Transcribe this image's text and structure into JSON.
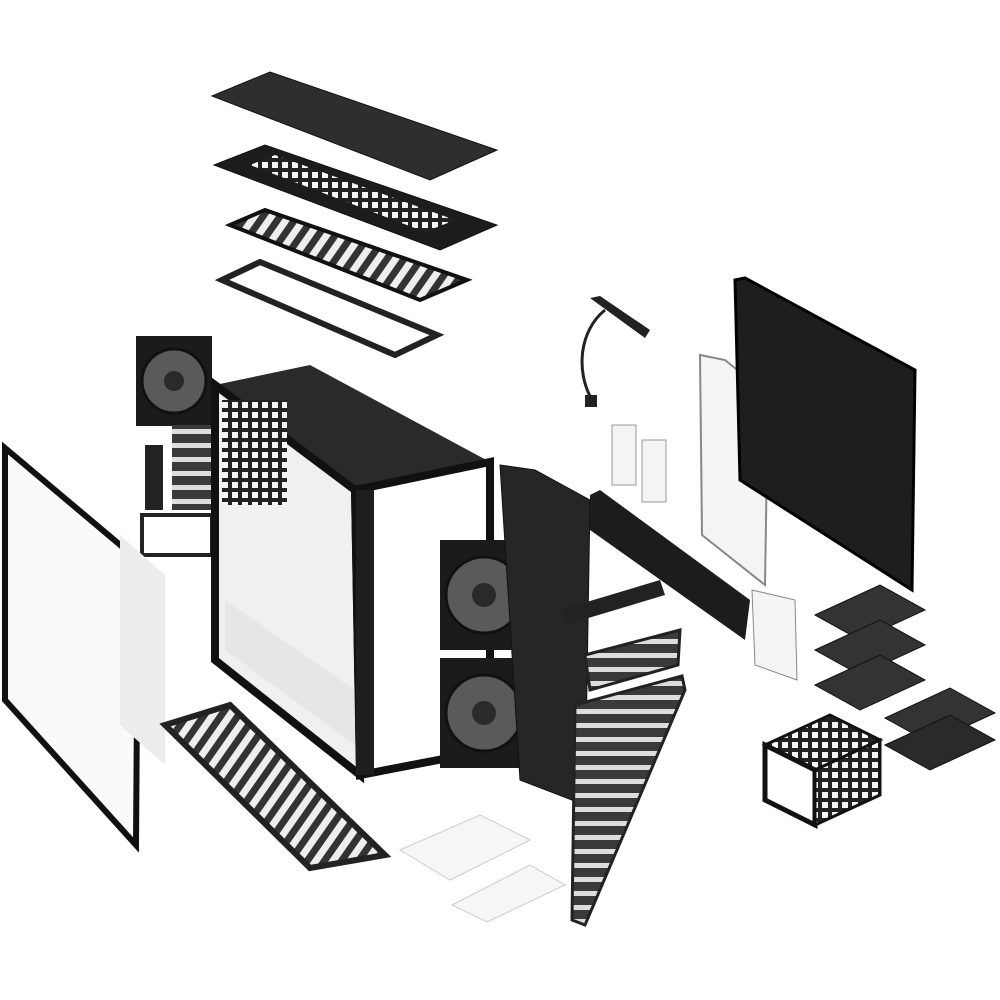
{
  "colors": {
    "background": "#ffffff",
    "panel_dark": "#2b2b2b",
    "panel_black": "#151515",
    "panel_white": "#f2f2f2",
    "glass": "#fafafa",
    "fan_gray": "#5a5a5a"
  },
  "parts": [
    {
      "id": "top-cover",
      "icon": "panel"
    },
    {
      "id": "top-mesh-filter",
      "icon": "mesh"
    },
    {
      "id": "top-bracket-frames",
      "icon": "frame"
    },
    {
      "id": "rear-fan",
      "icon": "fan"
    },
    {
      "id": "pci-brackets",
      "icon": "bracket"
    },
    {
      "id": "glass-side-panel",
      "icon": "glass"
    },
    {
      "id": "chassis",
      "icon": "case"
    },
    {
      "id": "front-fans",
      "icon": "fan"
    },
    {
      "id": "front-door",
      "icon": "panel"
    },
    {
      "id": "front-mesh-grille",
      "icon": "mesh"
    },
    {
      "id": "bottom-dust-filter",
      "icon": "mesh"
    },
    {
      "id": "foam-pads",
      "icon": "pad"
    },
    {
      "id": "io-cable",
      "icon": "cable"
    },
    {
      "id": "ssd-brackets",
      "icon": "bracket"
    },
    {
      "id": "ssd-tray-white",
      "icon": "tray"
    },
    {
      "id": "right-side-panel",
      "icon": "panel"
    },
    {
      "id": "cable-cover-bar",
      "icon": "bar"
    },
    {
      "id": "hdd-trays",
      "icon": "tray"
    },
    {
      "id": "hdd-cage",
      "icon": "cage"
    }
  ]
}
